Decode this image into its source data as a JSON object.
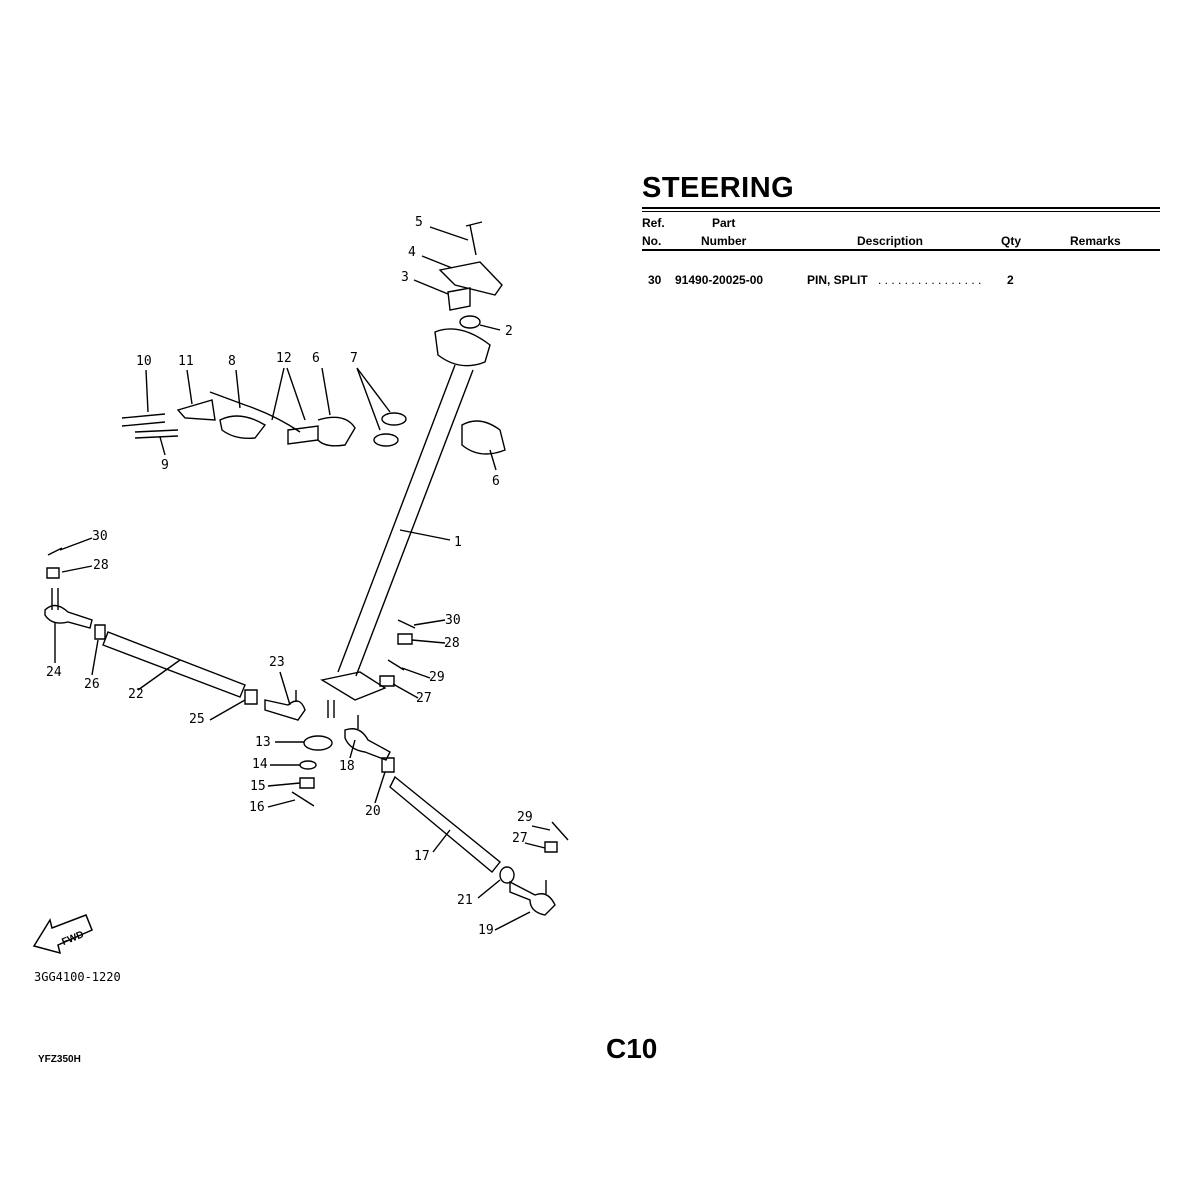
{
  "section_title": "STEERING",
  "table": {
    "headers": {
      "ref_line1": "Ref.",
      "ref_line2": "No.",
      "part_line1": "Part",
      "part_line2": "Number",
      "description": "Description",
      "qty": "Qty",
      "remarks": "Remarks"
    },
    "rows": [
      {
        "ref": "30",
        "part_number": "91490-20025-00",
        "description": "PIN, SPLIT",
        "leader": ". . . . . . . . . . . . . . . .",
        "qty": "2",
        "remarks": ""
      }
    ]
  },
  "diagram": {
    "callouts": [
      "5",
      "4",
      "3",
      "2",
      "10",
      "11",
      "8",
      "12",
      "6",
      "7",
      "9",
      "6",
      "1",
      "30",
      "28",
      "30",
      "28",
      "29",
      "27",
      "24",
      "26",
      "22",
      "23",
      "25",
      "13",
      "14",
      "15",
      "16",
      "18",
      "20",
      "17",
      "29",
      "27",
      "21",
      "19"
    ],
    "fwd_label": "FWD",
    "drawing_code": "3GG4100-1220"
  },
  "footer": {
    "model": "YFZ350H",
    "page": "C10"
  }
}
